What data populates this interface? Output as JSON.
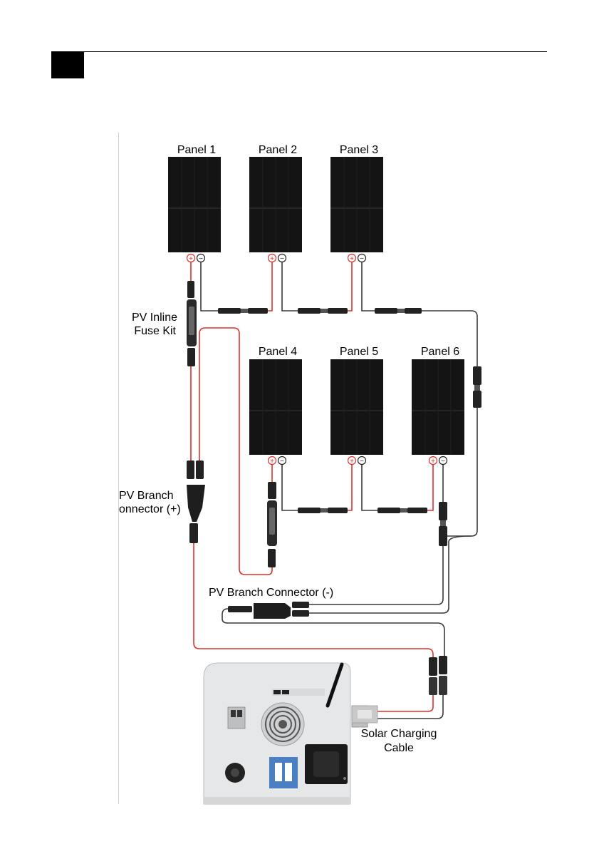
{
  "panels": {
    "p1": "Panel 1",
    "p2": "Panel 2",
    "p3": "Panel 3",
    "p4": "Panel 4",
    "p5": "Panel 5",
    "p6": "Panel 6"
  },
  "labels": {
    "fuse_kit_line1": "PV Inline",
    "fuse_kit_line2": "Fuse Kit",
    "branch_pos_line1": "PV Branch",
    "branch_pos_line2": "onnector (+)",
    "branch_neg": "PV Branch Connector (-)",
    "solar_cable_line1": "Solar Charging",
    "solar_cable_line2": "Cable"
  },
  "terminal_symbols": {
    "positive": "+",
    "negative": "−"
  },
  "colors": {
    "positive_wire": "#e0302a",
    "negative_wire": "#3a3a3a",
    "panel": "#141414",
    "panel_cell_line": "#2b2b2b",
    "connector": "#222222",
    "unit_body": "#e6e7e8",
    "anderson_plug": "#c9c9c9"
  },
  "icons": [
    "solar-panel-icon",
    "mc4-connector-icon",
    "inline-fuse-icon",
    "branch-connector-icon",
    "anderson-plug-icon",
    "fan-grille-icon",
    "circuit-breaker-icon",
    "antenna-icon"
  ]
}
